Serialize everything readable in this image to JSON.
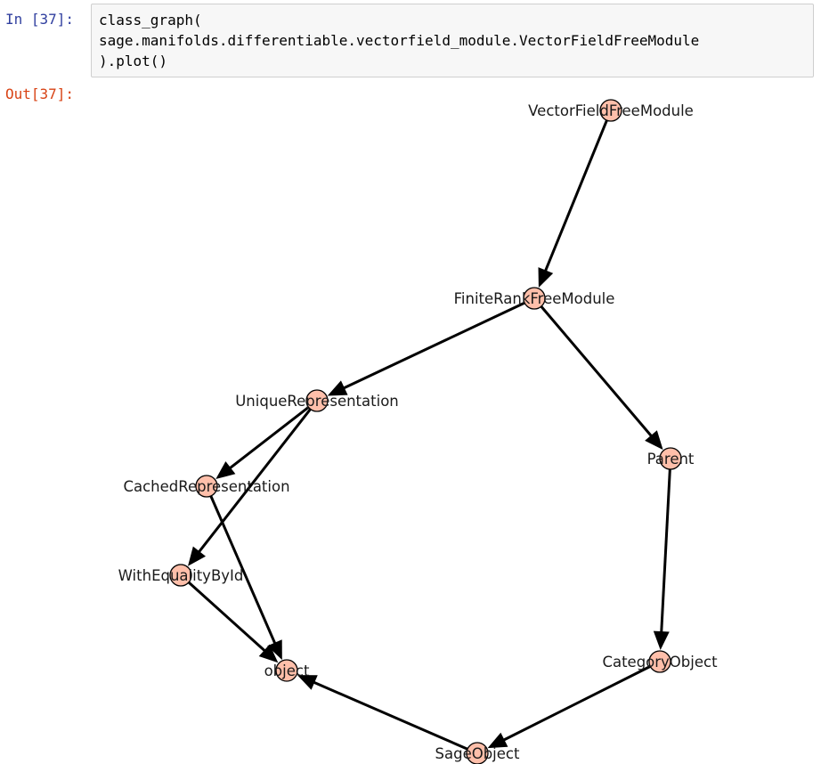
{
  "cell": {
    "input_prompt": "In [37]:",
    "output_prompt": "Out[37]:",
    "code_lines": [
      "class_graph(",
      "sage.manifolds.differentiable.vectorfield_module.VectorFieldFreeModule",
      ").plot()"
    ]
  },
  "graph": {
    "node_fill": "#ffbfaa",
    "node_stroke": "#000000",
    "edge_color": "#000000",
    "nodes": [
      {
        "id": "VectorFieldFreeModule",
        "label": "VectorFieldFreeModule"
      },
      {
        "id": "FiniteRankFreeModule",
        "label": "FiniteRankFreeModule"
      },
      {
        "id": "UniqueRepresentation",
        "label": "UniqueRepresentation"
      },
      {
        "id": "CachedRepresentation",
        "label": "CachedRepresentation"
      },
      {
        "id": "WithEqualityById",
        "label": "WithEqualityById"
      },
      {
        "id": "object",
        "label": "object"
      },
      {
        "id": "Parent",
        "label": "Parent"
      },
      {
        "id": "CategoryObject",
        "label": "CategoryObject"
      },
      {
        "id": "SageObject",
        "label": "SageObject"
      }
    ],
    "edges": [
      {
        "from": "VectorFieldFreeModule",
        "to": "FiniteRankFreeModule"
      },
      {
        "from": "FiniteRankFreeModule",
        "to": "UniqueRepresentation"
      },
      {
        "from": "FiniteRankFreeModule",
        "to": "Parent"
      },
      {
        "from": "UniqueRepresentation",
        "to": "CachedRepresentation"
      },
      {
        "from": "UniqueRepresentation",
        "to": "WithEqualityById"
      },
      {
        "from": "CachedRepresentation",
        "to": "object"
      },
      {
        "from": "WithEqualityById",
        "to": "object"
      },
      {
        "from": "Parent",
        "to": "CategoryObject"
      },
      {
        "from": "CategoryObject",
        "to": "SageObject"
      },
      {
        "from": "SageObject",
        "to": "object"
      }
    ]
  }
}
